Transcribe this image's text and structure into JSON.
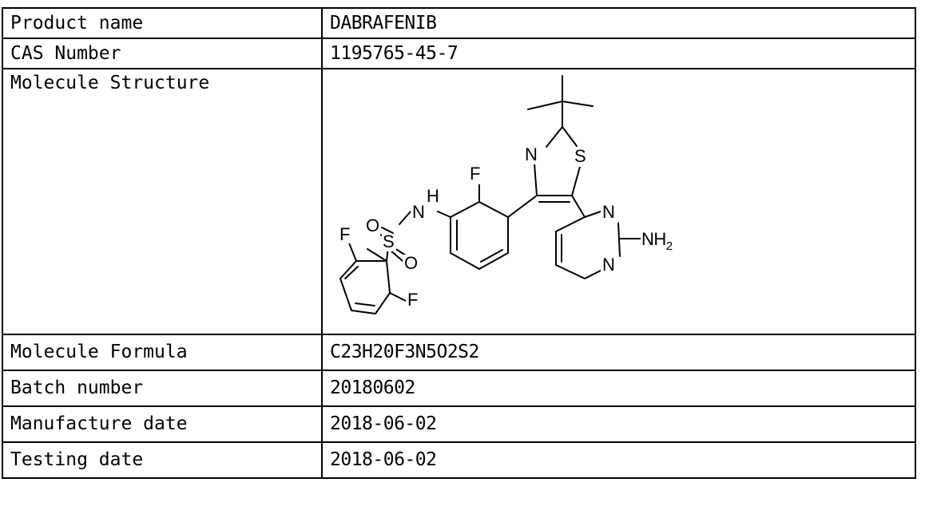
{
  "spec_table": {
    "rows": [
      {
        "label": "Product name",
        "value": "DABRAFENIB"
      },
      {
        "label": "CAS Number",
        "value": "1195765-45-7"
      },
      {
        "label": "Molecule Structure",
        "value": ""
      },
      {
        "label": "Molecule Formula",
        "value": "C23H20F3N5O2S2"
      },
      {
        "label": "Batch number",
        "value": "20180602"
      },
      {
        "label": "Manufacture date",
        "value": "2018-06-02"
      },
      {
        "label": "Testing date",
        "value": "2018-06-02"
      }
    ]
  },
  "structure": {
    "atoms": {
      "fluorine_top": "F",
      "sulfonamide_h": "H",
      "sulfonamide_n": "N",
      "oxygen_top": "O",
      "sulfur_sulfonyl": "S",
      "oxygen_bottom": "O",
      "fluorine_left": "F",
      "fluorine_bottom": "F",
      "thiazole_n": "N",
      "thiazole_s": "S",
      "pyrimidine_n_top": "N",
      "pyrimidine_n_bottom": "N",
      "amine": "NH",
      "amine_subscript": "2"
    }
  }
}
